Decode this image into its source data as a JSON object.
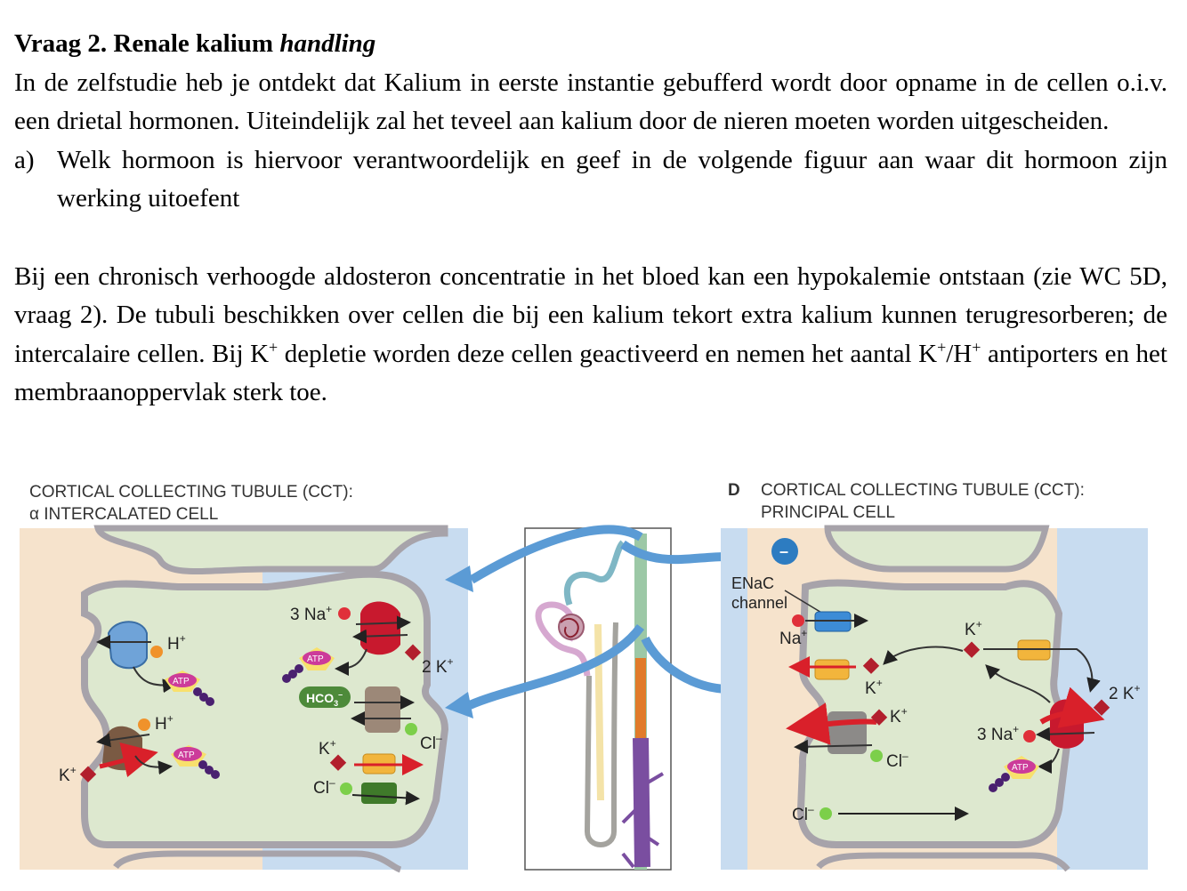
{
  "question": {
    "title_main": "Vraag 2. Renale kalium ",
    "title_italic": "handling",
    "intro": "In de zelfstudie heb je ontdekt dat Kalium in eerste instantie gebufferd wordt door opname in de cellen o.i.v. een drietal hormonen. Uiteindelijk zal het teveel aan kalium door de nieren moeten worden uitgescheiden.",
    "a_label": "a)",
    "a_text": "Welk hormoon is hiervoor verantwoordelijk en geef in de volgende figuur aan waar dit hormoon zijn werking uitoefent",
    "p2_part1": "Bij een chronisch verhoogde aldosteron concentratie in het bloed kan een hypokalemie ontstaan (zie WC 5D, vraag 2). De tubuli beschikken over cellen die bij een kalium tekort extra kalium kunnen terugresorberen; de intercalaire cellen. Bij K",
    "p2_sup1": "+",
    "p2_part2": " depletie worden deze cellen geactiveerd en nemen het aantal K",
    "p2_sup2": "+",
    "p2_part3": "/H",
    "p2_sup3": "+",
    "p2_part4": " antiporters en het membraanoppervlak sterk toe."
  },
  "figure": {
    "left_header_1": "CORTICAL COLLECTING TUBULE (CCT):",
    "left_header_2": "α INTERCALATED CELL",
    "right_panel_letter": "D",
    "right_header_1": "CORTICAL COLLECTING TUBULE (CCT):",
    "right_header_2": "PRINCIPAL CELL",
    "left": {
      "h1": "H",
      "h2": "H",
      "plus": "+",
      "k_in": "K",
      "na3": "3 Na",
      "k2": "2 K",
      "hco3": "HCO",
      "hco3_sub": "3",
      "hco3_sup": "–",
      "cl": "Cl",
      "cl_sup": "–",
      "k_ch": "K",
      "cl_ch": "Cl",
      "atp": "ATP"
    },
    "right": {
      "enac_1": "ENaC",
      "enac_2": "channel",
      "minus": "–",
      "na": "Na",
      "k_top": "K",
      "k_mid": "K",
      "k_cotr": "K",
      "k2": "2 K",
      "na3": "3 Na",
      "cl_cotr": "Cl",
      "cl_bottom": "Cl",
      "cl_sup": "–",
      "plus": "+",
      "atp": "ATP"
    }
  },
  "colors": {
    "interstitium": "#f6e3cc",
    "lumen": "#c8dcf0",
    "cell": "#dde8cf",
    "membrane": "#a7a3aa",
    "potassium": "#b21f2d",
    "arrow_red": "#d9202a",
    "atp": "#cc3b9a",
    "blue_arrow": "#5b9bd5"
  }
}
